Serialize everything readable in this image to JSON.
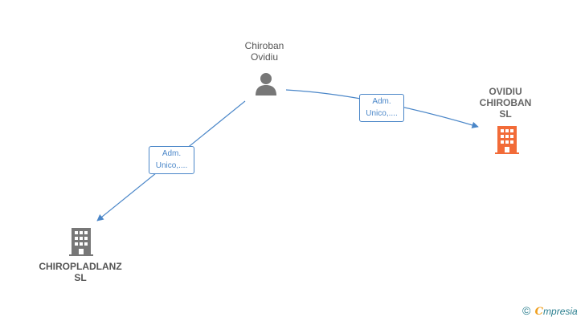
{
  "person": {
    "name_line1": "Chiroban",
    "name_line2": "Ovidiu",
    "icon": "person-icon",
    "color": "#777777"
  },
  "companies": {
    "main": {
      "name_line1": "OVIDIU",
      "name_line2": "CHIROBAN",
      "name_line3": "SL",
      "icon": "building-icon",
      "color": "#f26b38"
    },
    "other": {
      "name_line1": "CHIROPLADLANZ",
      "name_line2": "SL",
      "icon": "building-icon",
      "color": "#777777"
    }
  },
  "relations": [
    {
      "from": "Chiroban Ovidiu",
      "to": "OVIDIU CHIROBAN SL",
      "label_line1": "Adm.",
      "label_line2": "Unico,...."
    },
    {
      "from": "Chiroban Ovidiu",
      "to": "CHIROPLADLANZ SL",
      "label_line1": "Adm.",
      "label_line2": "Unico,...."
    }
  ],
  "edge_color": "#4a86c8",
  "brand": {
    "copyright": "©",
    "initial": "C",
    "rest": "mpresia"
  }
}
